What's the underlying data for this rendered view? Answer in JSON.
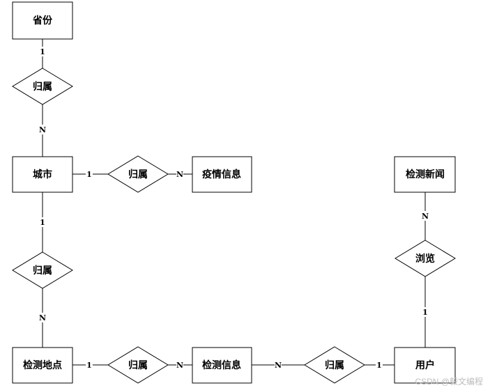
{
  "entities": {
    "province": "省份",
    "city": "城市",
    "epidemic_info": "疫情信息",
    "test_news": "检测新闻",
    "test_site": "检测地点",
    "test_info": "检测信息",
    "user": "用户"
  },
  "relations": {
    "province_city": "归属",
    "city_epidemic": "归属",
    "city_site": "归属",
    "site_info": "归属",
    "info_user": "归属",
    "user_news": "浏览"
  },
  "cardinalities": {
    "province_side": "1",
    "city_side_of_province": "N",
    "city_side_of_epidemic": "1",
    "epidemic_side": "N",
    "city_side_of_site": "1",
    "site_side_of_city": "N",
    "site_side_of_info": "1",
    "info_side_of_site": "N",
    "info_side_of_user": "N",
    "user_side_of_info": "1",
    "news_side": "N",
    "user_side_of_news": "1"
  },
  "watermark": "CSDN @毅文编程"
}
